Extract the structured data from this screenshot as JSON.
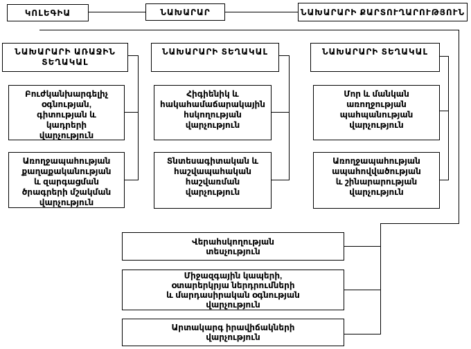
{
  "colors": {
    "line": "#000000",
    "text": "#000000",
    "background": "#ffffff",
    "box_fill": "#ffffff"
  },
  "boxes": {
    "collegium": "ԿՈԼԵԳԻԱ",
    "minister": "ՆԱԽԱՐԱՐ",
    "secretariat": "ՆԱԽԱՐԱՐԻ ՔԱՐՏՈՒՂԱՐՈՒԹՅՈՒՆ",
    "deputy_first": "ՆԱԽԱՐԱՐԻ ԱՌԱՋԻՆ\nՏԵՂԱԿԱԼ",
    "deputy_second": "ՆԱԽԱՐԱՐԻ ՏԵՂԱԿԱԼ",
    "deputy_third": "ՆԱԽԱՐԱՐԻ ՏԵՂԱԿԱԼ",
    "dept_preventive_care": "Բուժկանխարգելիչ\nօգնության,\nգիտության և\nկադրերի\nվարչություն",
    "dept_health_policy": "Առողջապահության\nքաղաքականության\nև զարգացման\nծրագրերի մշակման\nվարչություն",
    "dept_hygiene_epidemic": "Հիգիենիկ և\nհակահամաճարակային\nհսկողության\nվարչություն",
    "dept_economic_accounting": "Տնտեսագիտական և\nհաշվապահական\nհաշվառման\nվարչություն",
    "dept_mother_child": "Մոր և մանկան\nառողջության\nպահպանության\nվարչություն",
    "dept_provision_construction": "Առողջապահության\nապահովվածության\nև շինարարության\nվարչություն",
    "inspectorate_supervision": "Վերահսկողության\nտեսչություն",
    "dept_international": "Միջազգային կապերի,\nօտարերկրյա ներդրումների\nև մարդասիրական օգնության\nվարչություն",
    "dept_emergency": "Արտակարգ իրավիճակների\nվարչություն"
  }
}
